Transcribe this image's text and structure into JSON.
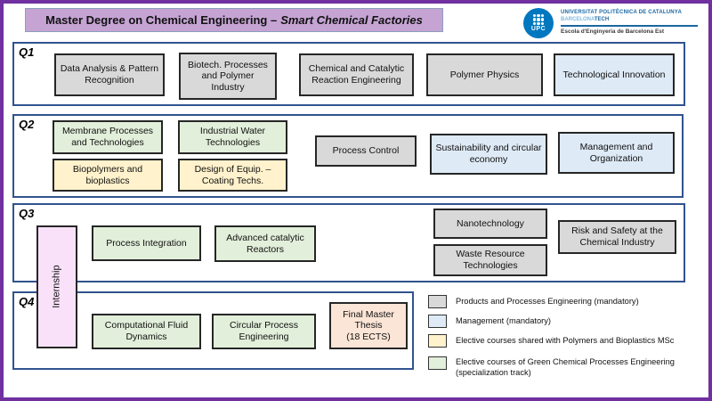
{
  "title": {
    "main": "Master Degree on Chemical Engineering –",
    "italic": "Smart Chemical Factories"
  },
  "logo": {
    "acronym": "UPC",
    "university": "UNIVERSITAT POLITÈCNICA DE CATALUNYA",
    "barcelona": "BARCELONA",
    "tech": "TECH",
    "school": "Escola d'Enginyeria de Barcelona Est"
  },
  "colors": {
    "mandatory_products": "#D9D9D9",
    "mandatory_management": "#DEEAF6",
    "elective_polymers": "#FFF2CC",
    "elective_green": "#E2EFDA",
    "final_thesis": "#FBE5D6",
    "internship": "#F9E2F9",
    "frame_border": "#31538F",
    "outer_border": "#7030A0",
    "title_fill": "#C5A4D4"
  },
  "quarters": [
    {
      "label": "Q1",
      "courses": [
        {
          "label": "Data Analysis & Pattern Recognition",
          "type": "mandatory_products"
        },
        {
          "label": "Biotech. Processes and Polymer Industry",
          "type": "mandatory_products"
        },
        {
          "label": "Chemical and Catalytic Reaction Engineering",
          "type": "mandatory_products"
        },
        {
          "label": "Polymer Physics",
          "type": "mandatory_products"
        },
        {
          "label": "Technological Innovation",
          "type": "mandatory_management"
        }
      ]
    },
    {
      "label": "Q2",
      "courses": [
        {
          "label": "Membrane Processes and Technologies",
          "type": "elective_green"
        },
        {
          "label": "Industrial Water Technologies",
          "type": "elective_green"
        },
        {
          "label": "Biopolymers and bioplastics",
          "type": "elective_polymers"
        },
        {
          "label": "Design of Equip. – Coating Techs.",
          "type": "elective_polymers"
        },
        {
          "label": "Process Control",
          "type": "mandatory_products"
        },
        {
          "label": "Sustainability and circular economy",
          "type": "mandatory_management"
        },
        {
          "label": "Management and Organization",
          "type": "mandatory_management"
        }
      ]
    },
    {
      "label": "Q3",
      "courses": [
        {
          "label": "Process Integration",
          "type": "elective_green"
        },
        {
          "label": "Advanced catalytic Reactors",
          "type": "elective_green"
        },
        {
          "label": "Nanotechnology",
          "type": "mandatory_products"
        },
        {
          "label": "Waste Resource Technologies",
          "type": "mandatory_products"
        },
        {
          "label": "Risk and Safety at the Chemical Industry",
          "type": "mandatory_products"
        }
      ]
    },
    {
      "label": "Q4",
      "courses": [
        {
          "label": "Computational Fluid Dynamics",
          "type": "elective_green"
        },
        {
          "label": "Circular Process Engineering",
          "type": "elective_green"
        },
        {
          "label": "Final Master Thesis",
          "sublabel": "(18 ECTS)",
          "type": "final_thesis"
        }
      ]
    }
  ],
  "internship": {
    "label": "Internship"
  },
  "legend": [
    {
      "label": "Products and Processes Engineering (mandatory)",
      "type": "mandatory_products"
    },
    {
      "label": "Management (mandatory)",
      "type": "mandatory_management"
    },
    {
      "label": "Elective courses shared with Polymers and Bioplastics MSc",
      "type": "elective_polymers"
    },
    {
      "label": "Elective courses of Green Chemical Processes Engineering (specialization track)",
      "type": "elective_green"
    }
  ]
}
